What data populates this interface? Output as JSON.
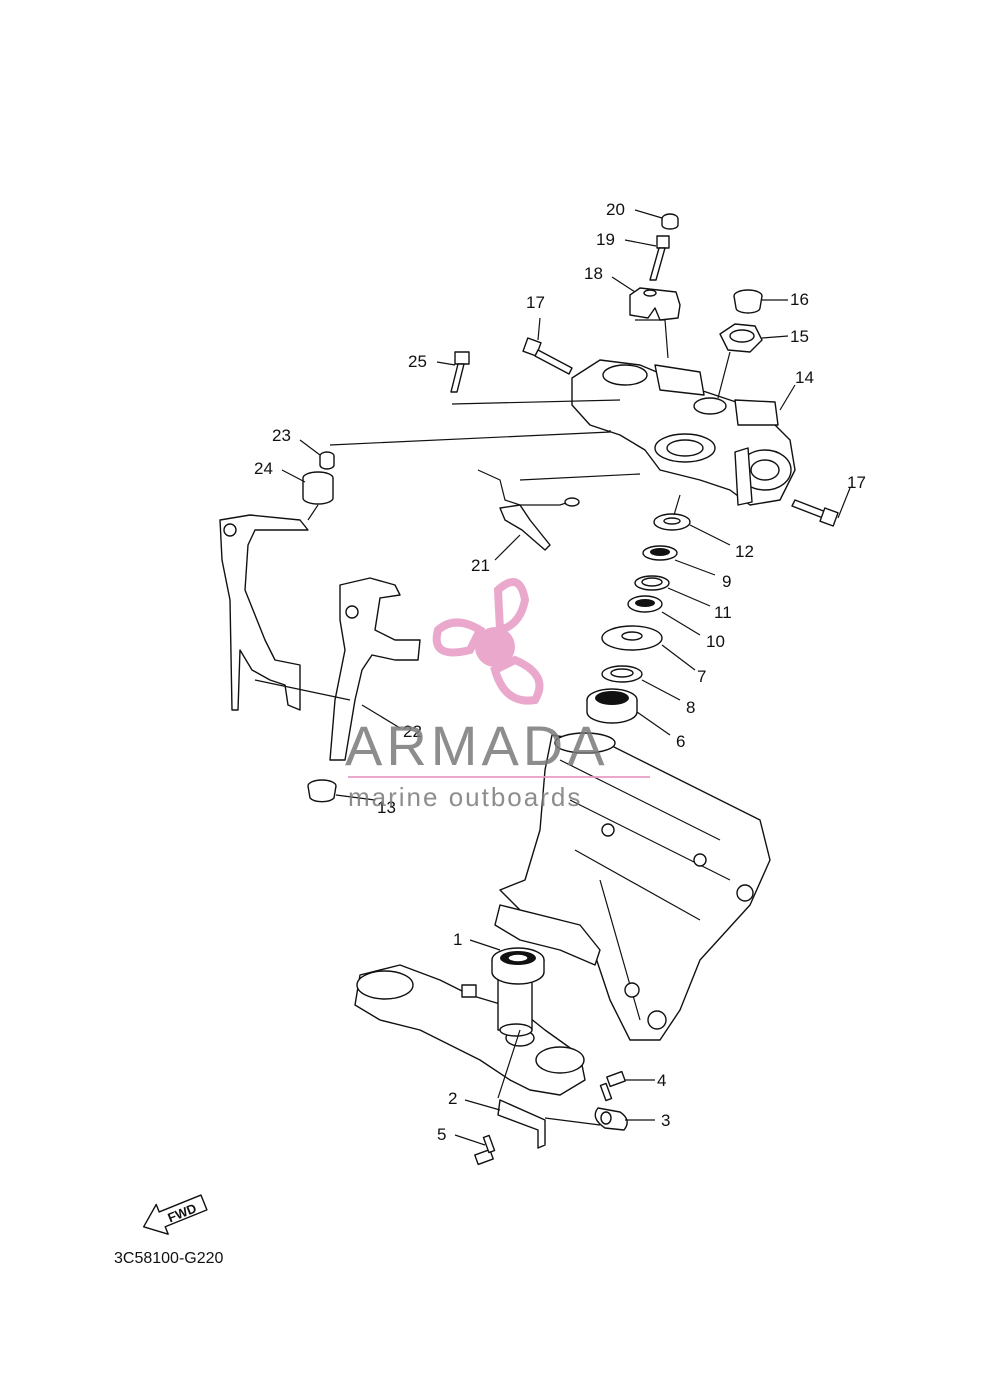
{
  "callouts": [
    "1",
    "2",
    "3",
    "4",
    "5",
    "6",
    "7",
    "8",
    "9",
    "10",
    "11",
    "12",
    "13",
    "14",
    "15",
    "16",
    "17",
    "17",
    "18",
    "19",
    "20",
    "21",
    "22",
    "23",
    "24",
    "25"
  ],
  "drawing_code": "3C58100-G220",
  "fwd_label": "FWD",
  "watermark": {
    "brand": "ARMADA",
    "tagline": "marine outboards",
    "color": "#e79bc4"
  }
}
